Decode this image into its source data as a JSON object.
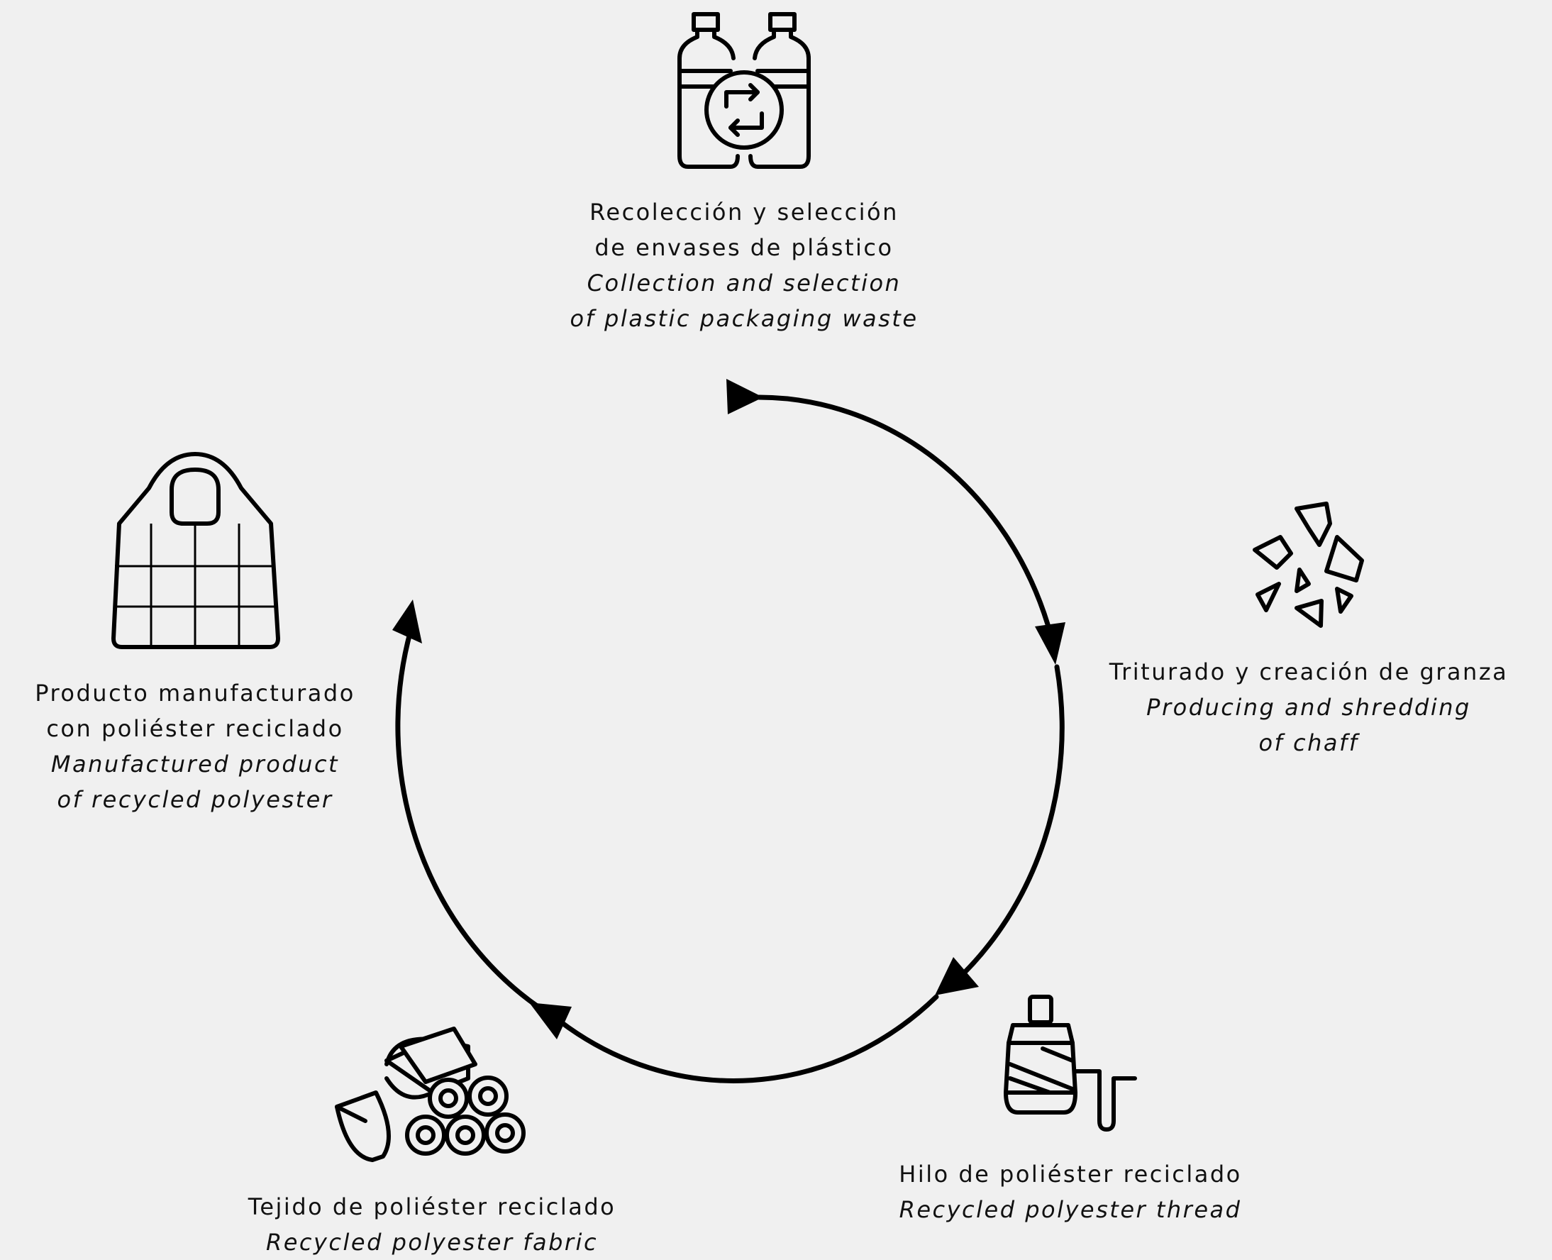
{
  "steps": [
    {
      "id": "collection",
      "icon": "plastic-bottles-recycle-icon",
      "es": [
        "Recolección y selección",
        "de envases de plástico"
      ],
      "en": [
        "Collection and selection",
        "of plastic packaging waste"
      ]
    },
    {
      "id": "shredding",
      "icon": "plastic-chaff-flakes-icon",
      "es": [
        "Triturado y creación de granza"
      ],
      "en": [
        "Producing and shredding",
        "of chaff"
      ]
    },
    {
      "id": "thread",
      "icon": "thread-spool-icon",
      "es": [
        "Hilo de poliéster reciclado"
      ],
      "en": [
        "Recycled polyester thread"
      ]
    },
    {
      "id": "fabric",
      "icon": "fabric-rolls-icon",
      "es": [
        "Tejido de poliéster reciclado"
      ],
      "en": [
        "Recycled polyester fabric"
      ]
    },
    {
      "id": "product",
      "icon": "tote-bag-icon",
      "es": [
        "Producto manufacturado",
        "con poliéster reciclado"
      ],
      "en": [
        "Manufactured product",
        "of recycled polyester"
      ]
    }
  ],
  "colors": {
    "background": "#f0f0f0",
    "stroke": "#000000",
    "text": "#111111"
  }
}
